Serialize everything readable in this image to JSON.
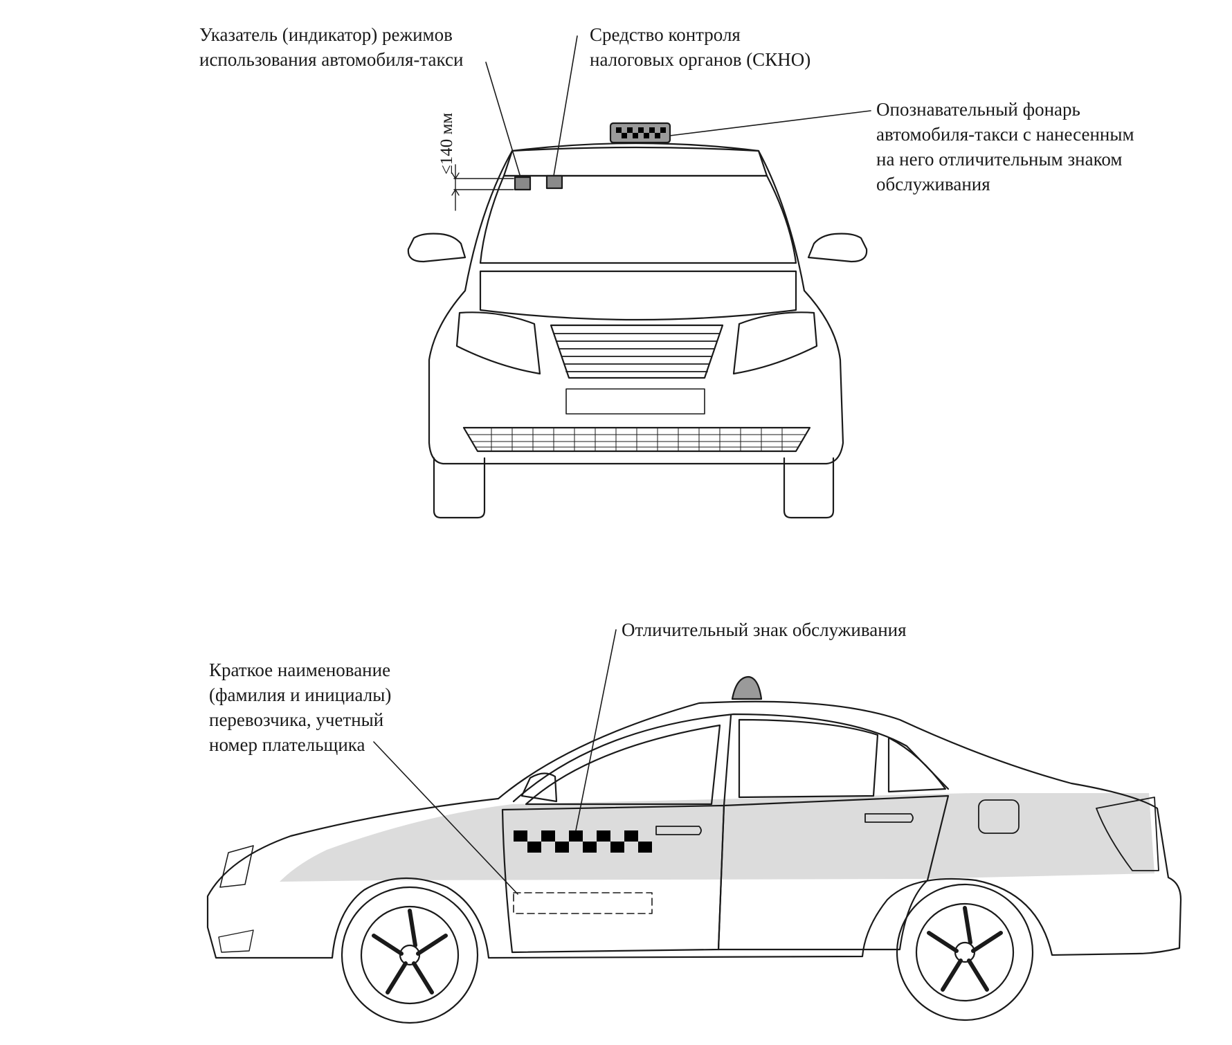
{
  "labels": {
    "mode_indicator": {
      "line1": "Указатель (индикатор) режимов",
      "line2": "использования автомобиля-такси"
    },
    "tax_control": {
      "line1": "Средство контроля",
      "line2": "налоговых органов (СКНО)"
    },
    "roof_lamp": {
      "line1": "Опознавательный фонарь",
      "line2": "автомобиля-такси с нанесенным",
      "line3": "на него отличительным знаком",
      "line4": "обслуживания"
    },
    "dimension": "≤140 мм",
    "service_sign": "Отличительный знак обслуживания",
    "carrier_name": {
      "line1": "Краткое наименование",
      "line2": "(фамилия и инициалы)",
      "line3": "перевозчика, учетный",
      "line4": "номер плательщика"
    }
  },
  "colors": {
    "outline": "#1a1a1a",
    "band": "#dcdcdc",
    "indicator": "#8a8a8a",
    "lamp": "#9a9a9a",
    "checker": "#000000"
  }
}
